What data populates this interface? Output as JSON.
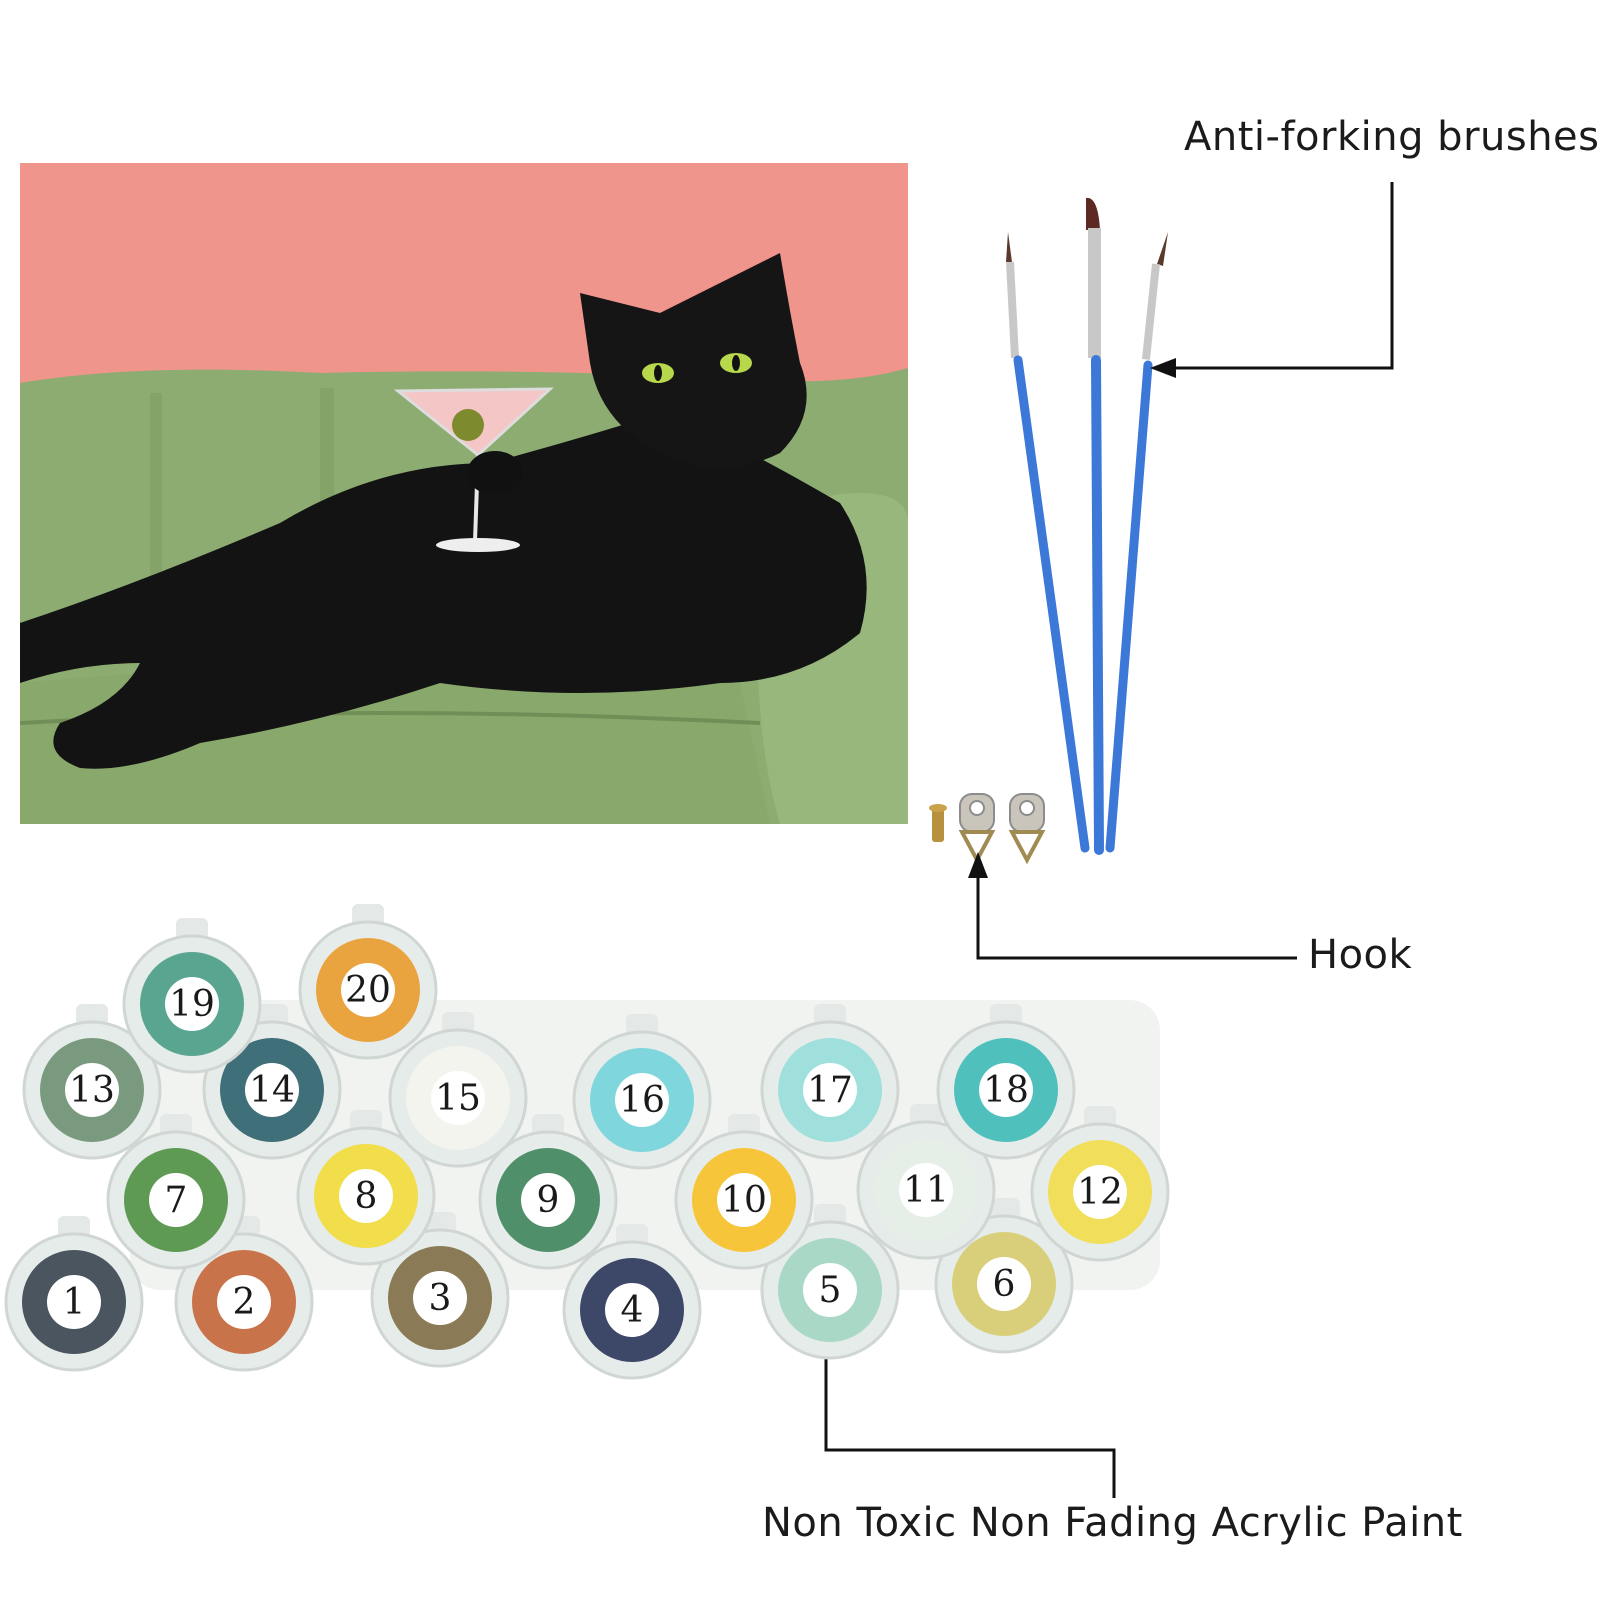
{
  "labels": {
    "brushes": "Anti-forking brushes",
    "hook": "Hook",
    "paint": "Non Toxic Non Fading Acrylic Paint"
  },
  "paint_pots": [
    {
      "number": "1",
      "color": "#4a5560"
    },
    {
      "number": "2",
      "color": "#c9734a"
    },
    {
      "number": "3",
      "color": "#8a7a55"
    },
    {
      "number": "4",
      "color": "#3d4768"
    },
    {
      "number": "5",
      "color": "#a9d8c7"
    },
    {
      "number": "6",
      "color": "#d9cf7a"
    },
    {
      "number": "7",
      "color": "#5f9a55"
    },
    {
      "number": "8",
      "color": "#f2dd4a"
    },
    {
      "number": "9",
      "color": "#4f8f6a"
    },
    {
      "number": "10",
      "color": "#f6c53a"
    },
    {
      "number": "11",
      "color": "#e6eee8"
    },
    {
      "number": "12",
      "color": "#f1df5c"
    },
    {
      "number": "13",
      "color": "#7a9a80"
    },
    {
      "number": "14",
      "color": "#3f6f78"
    },
    {
      "number": "15",
      "color": "#f4f4ee"
    },
    {
      "number": "16",
      "color": "#7fd6dc"
    },
    {
      "number": "17",
      "color": "#9fe0dc"
    },
    {
      "number": "18",
      "color": "#4fc0bc"
    },
    {
      "number": "19",
      "color": "#5aa590"
    },
    {
      "number": "20",
      "color": "#e9a440"
    }
  ],
  "colors": {
    "wall": "#ee8f86",
    "sofa": "#8dac72",
    "cat": "#131313",
    "brush_handle": "#3b78d8",
    "eye": "#b6d84a"
  }
}
